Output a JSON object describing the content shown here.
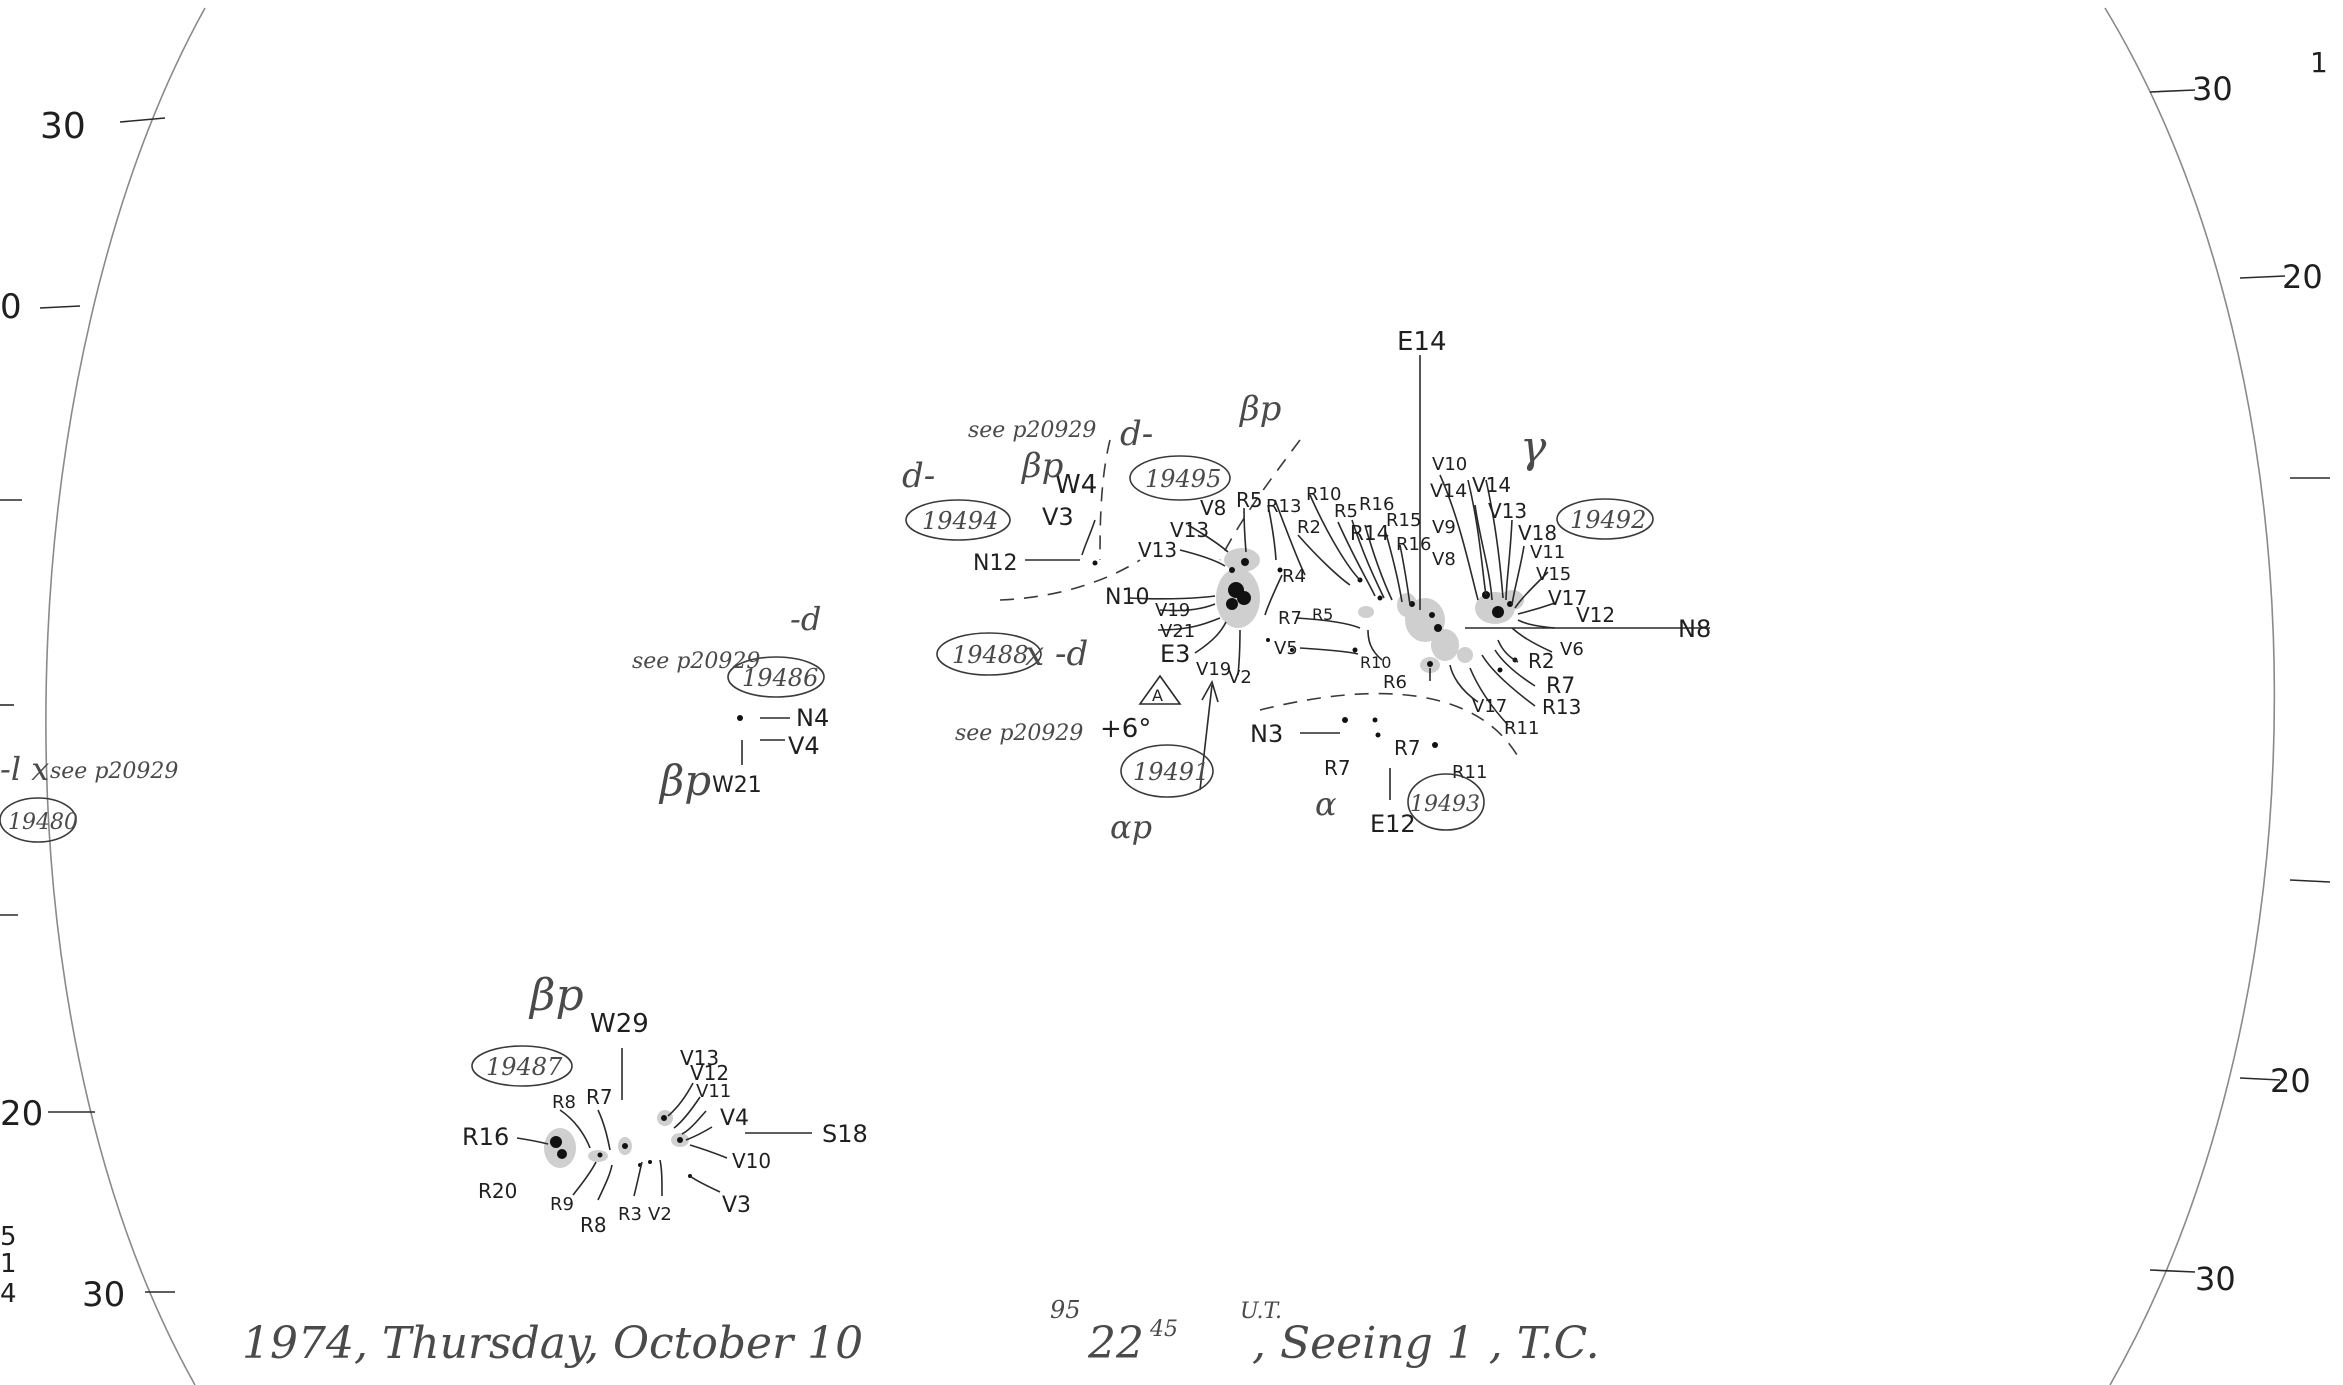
{
  "grid": {
    "left_ticks": [
      "30",
      "0",
      "20",
      "30"
    ],
    "right_ticks": [
      "30",
      "20",
      "20",
      "30"
    ],
    "edge_marks": [
      "1",
      "5",
      "1",
      "4"
    ]
  },
  "footer": {
    "caption": "1974, Thursday, October 10",
    "day_fraction": "95",
    "time": "22",
    "time_minutes": "45",
    "ut_label": "U.T.",
    "seeing": ", Seeing 1 , T.C."
  },
  "regions": [
    {
      "id": "r19494",
      "number": "19494",
      "class": "βp",
      "type": "d-",
      "note": "see p20929"
    },
    {
      "id": "r19495",
      "number": "19495",
      "class": "βp",
      "type": "d-"
    },
    {
      "id": "r19492",
      "number": "19492",
      "class": "γ"
    },
    {
      "id": "r19488",
      "number": "19488",
      "type": "x -d",
      "note": "see p20929"
    },
    {
      "id": "r19486",
      "number": "19486",
      "class": "βp",
      "type": "-d",
      "note": "see p20929"
    },
    {
      "id": "r19491",
      "number": "19491",
      "class": "αp"
    },
    {
      "id": "r19493",
      "number": "19493",
      "class": "α"
    },
    {
      "id": "r19480",
      "number": "19480",
      "type": "-l x",
      "note": "see p20929"
    },
    {
      "id": "r19487",
      "number": "19487",
      "class": "βp"
    }
  ],
  "labels": {
    "main_group": [
      "E14",
      "V10",
      "V14",
      "V14",
      "V9",
      "V8",
      "V13",
      "V18",
      "V11",
      "V15",
      "V17",
      "V12",
      "N8",
      "V6",
      "R2",
      "R7",
      "R13",
      "R11",
      "V17",
      "R6",
      "R10",
      "R16",
      "R15",
      "R16",
      "R14",
      "R5",
      "R10",
      "R2",
      "R13",
      "R5",
      "V8",
      "V13",
      "V13",
      "N10",
      "V19",
      "V21",
      "E3",
      "V19",
      "V2",
      "R4",
      "R7",
      "R5",
      "V5",
      "+6°",
      "N3",
      "R7",
      "R7",
      "R11",
      "E12",
      "N12",
      "V3",
      "W4"
    ],
    "mid_group": [
      "N4",
      "V4",
      "W21"
    ],
    "lower_group": [
      "W29",
      "R8",
      "R7",
      "R16",
      "R20",
      "R9",
      "R8",
      "R3",
      "V2",
      "V13",
      "V12",
      "V11",
      "V4",
      "V10",
      "S18",
      "V3"
    ],
    "triangle_mark": "A"
  }
}
